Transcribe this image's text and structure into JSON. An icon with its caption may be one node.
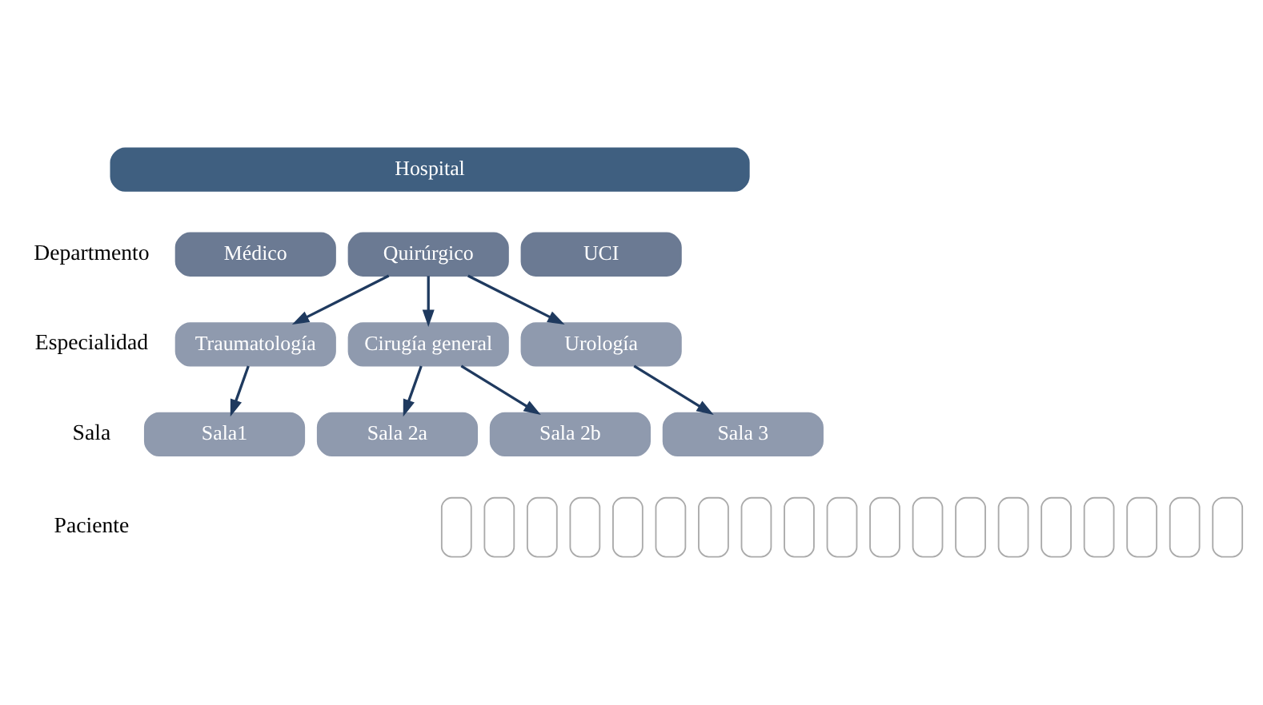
{
  "diagram": {
    "nodes": [
      {
        "text": [
          "Hospital"
        ]
      },
      {
        "text": [
          "Médico"
        ]
      },
      {
        "text": [
          "Quirúrgico"
        ]
      },
      {
        "text": [
          "UCI"
        ]
      },
      {
        "text": [
          "Traumatología"
        ]
      },
      {
        "text": [
          "Cirugía general"
        ]
      },
      {
        "text": [
          "Urología"
        ]
      },
      {
        "text": [
          "Sala1"
        ]
      },
      {
        "text": [
          "Sala 2a"
        ]
      },
      {
        "text": [
          "Sala 2b"
        ]
      },
      {
        "text": [
          "Sala 3"
        ]
      },
      {
        "text": [],
        "shape": "box"
      },
      {
        "text": [],
        "shape": "box"
      },
      {
        "text": [],
        "shape": "box"
      },
      {
        "text": [],
        "shape": "box"
      },
      {
        "text": [],
        "shape": "box"
      },
      {
        "text": [],
        "shape": "box"
      },
      {
        "text": [],
        "shape": "box"
      },
      {
        "text": [],
        "shape": "box"
      },
      {
        "text": [],
        "shape": "box"
      },
      {
        "text": [],
        "shape": "box"
      },
      {
        "text": [],
        "shape": "box"
      },
      {
        "text": [],
        "shape": "box"
      },
      {
        "text": [],
        "shape": "box"
      },
      {
        "text": [],
        "shape": "box"
      },
      {
        "text": [],
        "shape": "box"
      },
      {
        "text": [],
        "shape": "box"
      },
      {
        "text": [],
        "shape": "box"
      },
      {
        "text": [],
        "shape": "box"
      },
      {
        "text": [],
        "shape": "box"
      }
    ],
    "edges": [
      {
        "from": 2,
        "to": 4,
        "arrow": "to"
      },
      {
        "from": 2,
        "to": 5,
        "arrow": "to"
      },
      {
        "from": 2,
        "to": 6,
        "arrow": "to"
      },
      {
        "from": 4,
        "to": 7,
        "arrow": "to"
      },
      {
        "from": 5,
        "to": 8,
        "arrow": "to"
      },
      {
        "from": 5,
        "to": 9,
        "arrow": "to"
      },
      {
        "from": 6,
        "to": 10,
        "arrow": "to"
      }
    ],
    "labels": [
      "Departmento",
      "Especialidad",
      "Sala",
      "Paciente"
    ]
  }
}
